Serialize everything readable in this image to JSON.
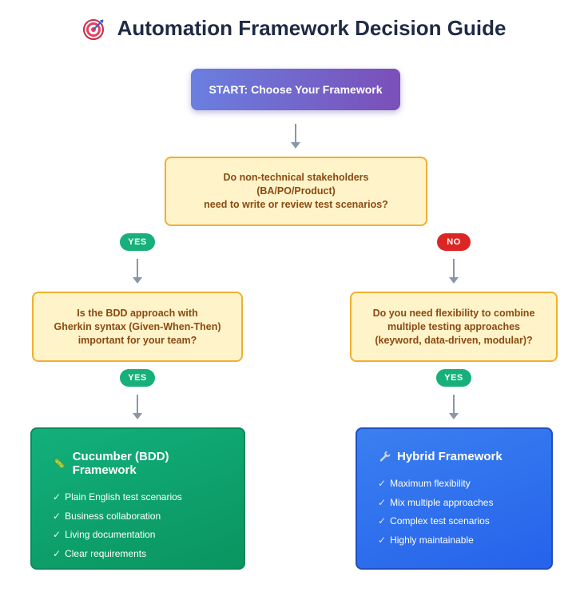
{
  "title": {
    "text": "Automation Framework Decision Guide",
    "icon": "target-icon"
  },
  "start": {
    "label": "START: Choose Your Framework"
  },
  "q1": {
    "lines": [
      "Do non-technical stakeholders",
      "(BA/PO/Product)",
      "need to write or review test scenarios?"
    ]
  },
  "branch_left": {
    "label": "YES"
  },
  "branch_right": {
    "label": "NO"
  },
  "q2": {
    "lines": [
      "Is the BDD approach with",
      "Gherkin syntax (Given-When-Then)",
      "important for your team?"
    ]
  },
  "q3": {
    "lines": [
      "Do you need flexibility to combine",
      "multiple testing approaches",
      "(keyword, data-driven, modular)?"
    ]
  },
  "q2_branch": {
    "label": "YES"
  },
  "q3_branch": {
    "label": "YES"
  },
  "result_left": {
    "title": "Cucumber (BDD) Framework",
    "icon": "cucumber-icon",
    "items": [
      "Plain English test scenarios",
      "Business collaboration",
      "Living documentation",
      "Clear requirements"
    ]
  },
  "result_right": {
    "title": "Hybrid Framework",
    "icon": "wrench-icon",
    "items": [
      "Maximum flexibility",
      "Mix multiple approaches",
      "Complex test scenarios",
      "Highly maintainable"
    ]
  },
  "check_glyph": "✓",
  "colors": {
    "start_gradient": [
      "#6a7fe0",
      "#7b4fb8"
    ],
    "question_bg": "#fff3c9",
    "question_border": "#f0b030",
    "yes": "#17b07a",
    "no": "#dc2626",
    "cucumber": "#0f9f6e",
    "hybrid": "#2f6fed"
  }
}
